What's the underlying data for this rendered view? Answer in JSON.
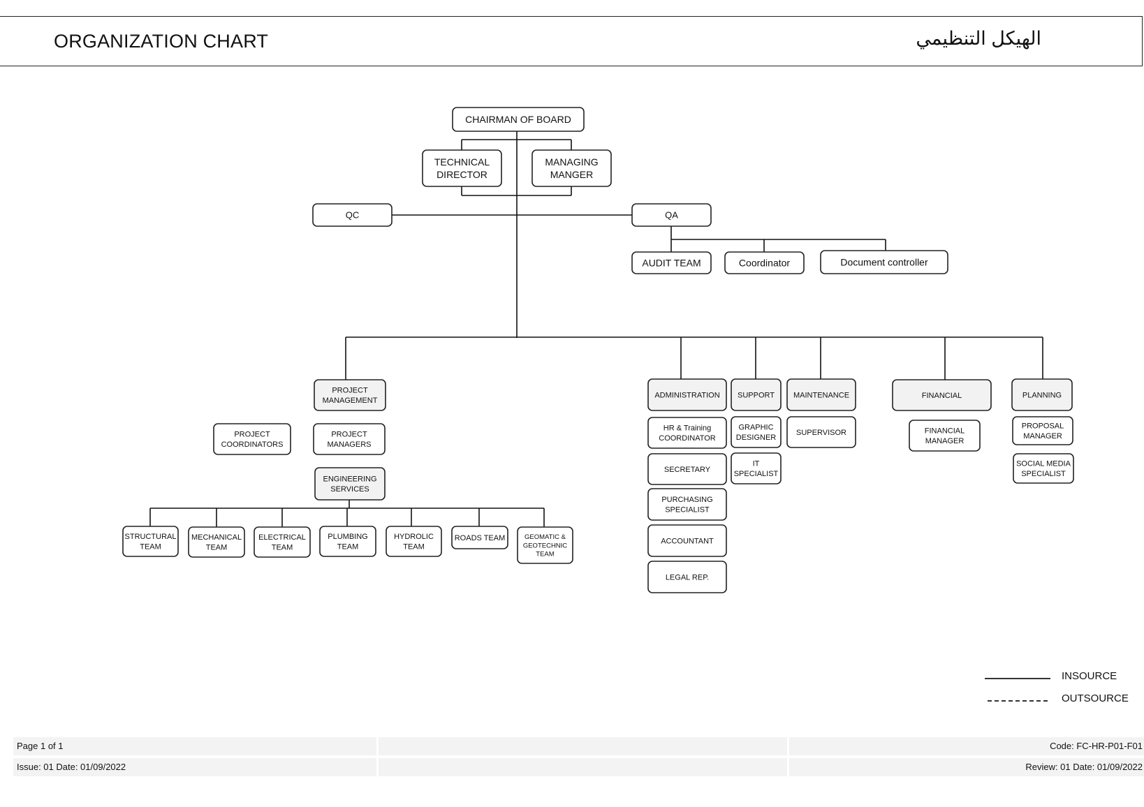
{
  "header": {
    "title": "ORGANIZATION CHART",
    "title_ar": "الهيكل التنظيمي"
  },
  "org": {
    "chairman": "CHAIRMAN OF BOARD",
    "technical_director": [
      "TECHNICAL",
      "DIRECTOR"
    ],
    "managing_manager": [
      "MANAGING",
      "MANGER"
    ],
    "qc": "QC",
    "qa": "QA",
    "audit_team": "AUDIT TEAM",
    "coordinator": "Coordinator",
    "document_controller": "Document controller",
    "project_management": [
      "PROJECT",
      "MANAGEMENT"
    ],
    "project_coordinators": [
      "PROJECT",
      "COORDINATORS"
    ],
    "project_managers": [
      "PROJECT",
      "MANAGERS"
    ],
    "engineering_services": [
      "ENGINEERING",
      "SERVICES"
    ],
    "teams": [
      [
        "STRUCTURAL",
        "TEAM"
      ],
      [
        "MECHANICAL",
        "TEAM"
      ],
      [
        "ELECTRICAL",
        "TEAM"
      ],
      [
        "PLUMBING",
        "TEAM"
      ],
      [
        "HYDROLIC",
        "TEAM"
      ],
      [
        "ROADS TEAM"
      ],
      [
        "GEOMATIC &",
        "GEOTECHNIC",
        "TEAM"
      ]
    ],
    "administration": "ADMINISTRATION",
    "admin_staff": [
      [
        "HR & Training",
        "COORDINATOR"
      ],
      [
        "SECRETARY"
      ],
      [
        "PURCHASING",
        "SPECIALIST"
      ],
      [
        "ACCOUNTANT"
      ],
      [
        "LEGAL REP."
      ]
    ],
    "support": "SUPPORT",
    "support_staff": [
      [
        "GRAPHIC",
        "DESIGNER"
      ],
      [
        "IT",
        "SPECIALIST"
      ]
    ],
    "maintenance": "MAINTENANCE",
    "supervisor": "SUPERVISOR",
    "financial": "FINANCIAL",
    "financial_manager": [
      "FINANCIAL",
      "MANAGER"
    ],
    "planning": "PLANNING",
    "planning_staff": [
      [
        "PROPOSAL",
        "MANAGER"
      ],
      [
        "SOCIAL MEDIA",
        "SPECIALIST"
      ]
    ]
  },
  "legend": {
    "insource": "INSOURCE",
    "outsource": "OUTSOURCE"
  },
  "footer": {
    "page": "Page 1 of 1",
    "code": "Code: FC-HR-P01-F01",
    "issue": "Issue:  01    Date: 01/09/2022",
    "review": "Review: 01 Date: 01/09/2022"
  }
}
